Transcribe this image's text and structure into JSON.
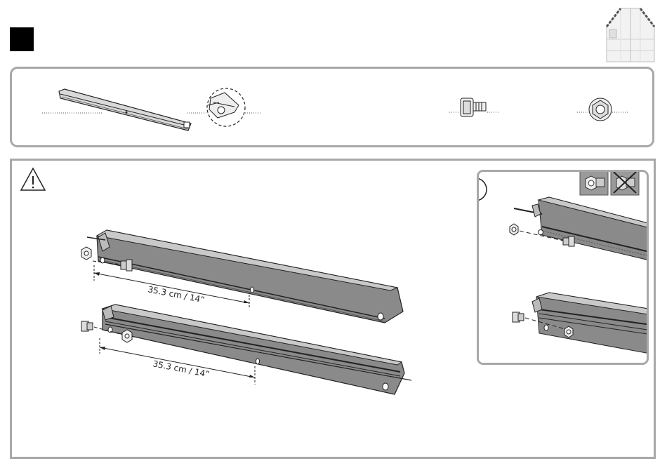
{
  "step": {
    "number": "",
    "icon": "step-marker-square"
  },
  "overview": {
    "icon": "greenhouse-thumbnail-icon"
  },
  "parts": [
    {
      "id": "long-bar",
      "icon": "profile-bar-icon",
      "quantity": ""
    },
    {
      "id": "profile-detail",
      "icon": "profile-end-detail-icon",
      "quantity": ""
    },
    {
      "id": "bolt",
      "icon": "square-head-bolt-icon",
      "quantity": ""
    },
    {
      "id": "nut",
      "icon": "flange-nut-icon",
      "quantity": ""
    }
  ],
  "warning": {
    "icon": "warning-triangle-icon"
  },
  "dimensions": {
    "top": "35.3 cm / 14”",
    "bottom": "35.3 cm / 14”"
  },
  "detail": {
    "label": "",
    "correct_icon": "nut-and-bolt-correct-icon",
    "wrong_icon": "nut-and-bolt-crossed-icon"
  },
  "colors": {
    "panel_border": "#a8a8a8",
    "profile_fill": "#8a8a8a",
    "profile_light": "#c9c9c9",
    "profile_dark": "#3c3c3c"
  }
}
